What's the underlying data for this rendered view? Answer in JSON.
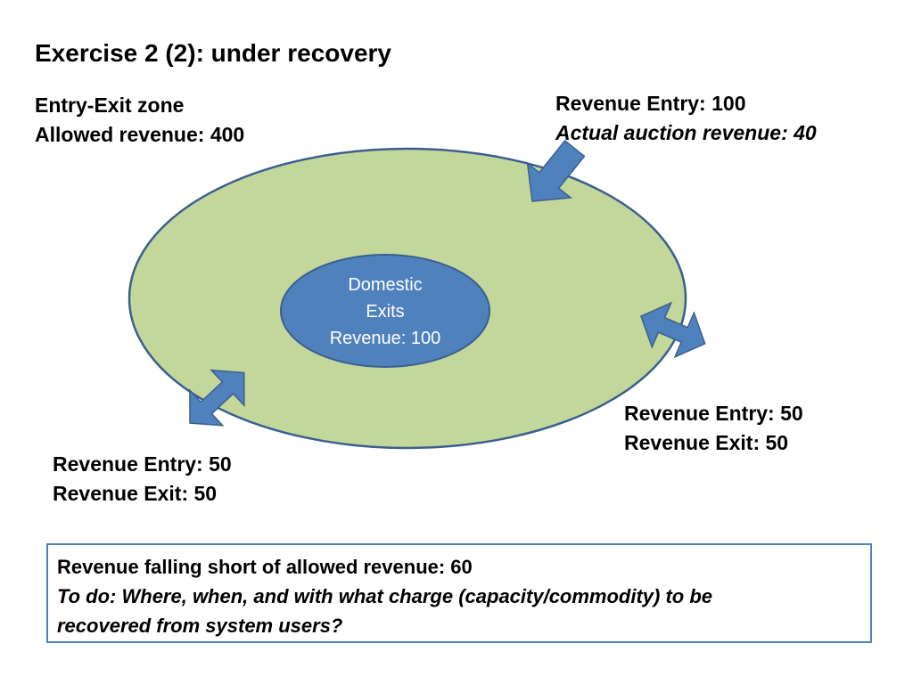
{
  "title": "Exercise 2 (2): under recovery",
  "zone": {
    "name": "Entry-Exit zone",
    "allowed_revenue": "Allowed revenue: 400"
  },
  "domestic": {
    "line1": "Domestic",
    "line2": "Exits",
    "line3": "Revenue: 100"
  },
  "top_right_point": {
    "entry": "Revenue Entry: 100",
    "auction": "Actual auction revenue: 40"
  },
  "right_point": {
    "entry": "Revenue Entry: 50",
    "exit": "Revenue Exit: 50"
  },
  "left_point": {
    "entry": "Revenue Entry: 50",
    "exit": "Revenue Exit: 50"
  },
  "note": {
    "shortfall": "Revenue falling short of allowed revenue: 60",
    "todo_line1": "To do: Where, when, and with what charge (capacity/commodity) to be",
    "todo_line2": "recovered from system users?"
  },
  "colors": {
    "zone_fill": "#c4d79b",
    "zone_stroke": "#3a5f8f",
    "domestic_fill": "#4f81bd",
    "arrow_fill": "#4f81bd",
    "note_border": "#4f81bd"
  }
}
